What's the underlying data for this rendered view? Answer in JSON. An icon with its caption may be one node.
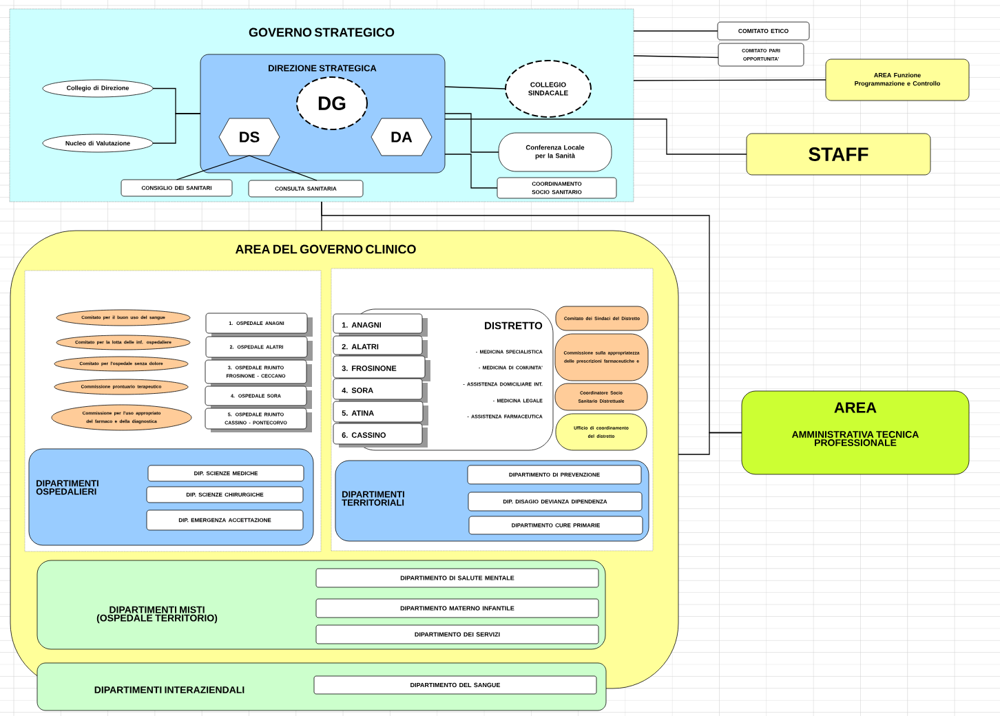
{
  "diagram": {
    "nodes": [
      {
        "text": [
          "GOVERNO STRATEGICO"
        ]
      },
      {
        "text": [
          "DIREZIONE STRATEGICA"
        ],
        "in": 0
      },
      {
        "text": [
          "DG"
        ],
        "in": 1
      },
      {
        "text": [
          "DS"
        ],
        "in": 1
      },
      {
        "text": [
          "DA"
        ],
        "in": 1
      },
      {
        "text": [
          "Collegio di Direzione"
        ],
        "in": 0
      },
      {
        "text": [
          "Nucleo di Valutazione"
        ],
        "in": 0
      },
      {
        "text": [
          "COLLEGIO SINDACALE"
        ],
        "in": 0
      },
      {
        "text": [
          "Conferenza Locale per la Sanità"
        ],
        "in": 0
      },
      {
        "text": [
          "COORDINAMENTO SOCIO SANITARIO"
        ],
        "in": 0
      },
      {
        "text": [
          "CONSIGLIO DEI SANITARI"
        ],
        "in": 0
      },
      {
        "text": [
          "CONSULTA SANITARIA"
        ],
        "in": 0
      },
      {
        "text": [
          "COMITATO ETICO"
        ]
      },
      {
        "text": [
          "COMITATO PARI OPPORTUNITA'"
        ]
      },
      {
        "text": [
          "AREA Funzione Programmazione e Controllo"
        ]
      },
      {
        "text": [
          "STAFF"
        ]
      },
      {
        "text": [
          "AREA DEL GOVERNO CLINICO"
        ]
      },
      {
        "text": [],
        "shape": "box",
        "in": 16
      },
      {
        "text": [],
        "shape": "box",
        "in": 16
      },
      {
        "text": [
          "Comitato per il buon uso del sangue"
        ],
        "in": 17
      },
      {
        "text": [
          "Comitato per la lotta delle inf. ospedaliere"
        ],
        "in": 17
      },
      {
        "text": [
          "Comitato per l'ospedale senza dolore"
        ],
        "in": 17
      },
      {
        "text": [
          "Commissione prontuario terapeutico"
        ],
        "in": 17
      },
      {
        "text": [
          "Commissione per l'uso appropriato del farmaco e della diagnostica"
        ],
        "in": 17
      },
      {
        "text": [
          "1. OSPEDALE ANAGNI"
        ],
        "in": 17
      },
      {
        "text": [
          "2. OSPEDALE ALATRI"
        ],
        "in": 17
      },
      {
        "text": [
          "3. OSPEDALE RIUNITO FROSINONE - CECCANO"
        ],
        "in": 17
      },
      {
        "text": [
          "4. OSPEDALE SORA"
        ],
        "in": 17
      },
      {
        "text": [
          "5. OSPEDALE RIUNITO CASSINO - PONTECORVO"
        ],
        "in": 17
      },
      {
        "text": [
          "DIPARTIMENTI OSPEDALIERI"
        ],
        "in": 17
      },
      {
        "text": [
          "DIP. SCIENZE MEDICHE"
        ],
        "in": 29
      },
      {
        "text": [
          "DIP. SCIENZE CHIRURGICHE"
        ],
        "in": 29
      },
      {
        "text": [
          "DIP. EMERGENZA ACCETTAZIONE"
        ],
        "in": 29
      },
      {
        "text": [
          "DISTRETTO",
          "- MEDICINA SPECIALISTICA",
          "- MEDICINA DI COMUNITA'",
          "- ASSISTENZA DOMICILIARE INT.",
          "- MEDICINA LEGALE",
          "- ASSISTENZA FARMACEUTICA"
        ],
        "in": 18
      },
      {
        "text": [
          "1. ANAGNI"
        ],
        "in": 18
      },
      {
        "text": [
          "2. ALATRI"
        ],
        "in": 18
      },
      {
        "text": [
          "3. FROSINONE"
        ],
        "in": 18
      },
      {
        "text": [
          "4. SORA"
        ],
        "in": 18
      },
      {
        "text": [
          "5. ATINA"
        ],
        "in": 18
      },
      {
        "text": [
          "6. CASSINO"
        ],
        "in": 18
      },
      {
        "text": [
          "Comitato dei Sindaci del Distretto"
        ],
        "in": 18
      },
      {
        "text": [
          "Commissione sulla appropriatezza delle prescrizioni farmaceutiche e"
        ],
        "in": 18
      },
      {
        "text": [
          "Coordinatore Socio Sanitario Distrettuale"
        ],
        "in": 18
      },
      {
        "text": [
          "Ufficio di coordinamento del distretto"
        ],
        "in": 18
      },
      {
        "text": [
          "DIPARTIMENTI TERRITORIALI"
        ],
        "in": 18
      },
      {
        "text": [
          "DIPARTIMENTO DI PREVENZIONE"
        ],
        "in": 44
      },
      {
        "text": [
          "DIP. DISAGIO DEVIANZA DIPENDENZA"
        ],
        "in": 44
      },
      {
        "text": [
          "DIPARTIMENTO CURE PRIMARIE"
        ],
        "in": 44
      },
      {
        "text": [
          "DIPARTIMENTI MISTI (OSPEDALE TERRITORIO)"
        ],
        "in": 16
      },
      {
        "text": [
          "DIPARTIMENTO DI SALUTE MENTALE"
        ],
        "in": 48
      },
      {
        "text": [
          "DIPARTIMENTO MATERNO INFANTILE"
        ],
        "in": 48
      },
      {
        "text": [
          "DIPARTIMENTO DEI SERVIZI"
        ],
        "in": 48
      },
      {
        "text": [
          "DIPARTIMENTI INTERAZIENDALI"
        ]
      },
      {
        "text": [
          "DIPARTIMENTO DEL SANGUE"
        ],
        "in": 52
      },
      {
        "text": [
          "AREA",
          "AMMINISTRATIVA TECNICA PROFESSIONALE"
        ]
      }
    ],
    "edges": [
      {
        "from": 5,
        "to": 1,
        "arrow": "none"
      },
      {
        "from": 6,
        "to": 1,
        "arrow": "none"
      },
      {
        "from": 3,
        "to": 10,
        "arrow": "none"
      },
      {
        "from": 3,
        "to": 11,
        "arrow": "none"
      },
      {
        "from": 1,
        "to": 7,
        "arrow": "none"
      },
      {
        "from": 1,
        "to": 8,
        "arrow": "none"
      },
      {
        "from": 1,
        "to": 9,
        "arrow": "none"
      },
      {
        "from": 1,
        "to": 15,
        "arrow": "none"
      },
      {
        "from": 0,
        "to": 12,
        "arrow": "none"
      },
      {
        "from": 0,
        "to": 13,
        "arrow": "none"
      },
      {
        "from": 0,
        "to": 14,
        "arrow": "none"
      },
      {
        "from": 0,
        "to": 16,
        "arrow": "none"
      },
      {
        "from": 0,
        "to": 54,
        "arrow": "none"
      },
      {
        "from": 16,
        "to": 54,
        "arrow": "none"
      }
    ]
  }
}
